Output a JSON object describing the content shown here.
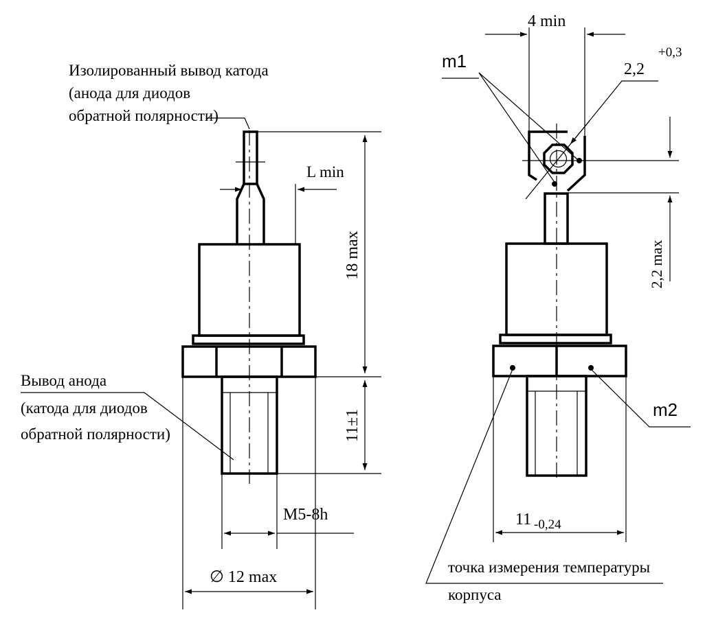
{
  "left_view": {
    "label_cathode_lead": [
      "Изолированный вывод катода",
      "(анода для диодов",
      "обратной полярности)"
    ],
    "label_anode_lead": [
      "Вывод анода",
      "(катода для диодов",
      "обратной полярности)"
    ],
    "dim_L": "L min",
    "dim_height": "18 max",
    "dim_thread_len": "11±1",
    "dim_thread": "M5-8h",
    "dim_diameter": "∅ 12 max"
  },
  "right_view": {
    "dim_width_top": "4 min",
    "dim_hole": "2,2",
    "dim_hole_tol": "+0,3",
    "label_m1": "m1",
    "label_m2": "m2",
    "dim_side": "2,2 max",
    "dim_hex": "11",
    "dim_hex_tol": "-0,24",
    "label_temp_point": [
      "точка измерения температуры",
      "корпуса"
    ]
  }
}
